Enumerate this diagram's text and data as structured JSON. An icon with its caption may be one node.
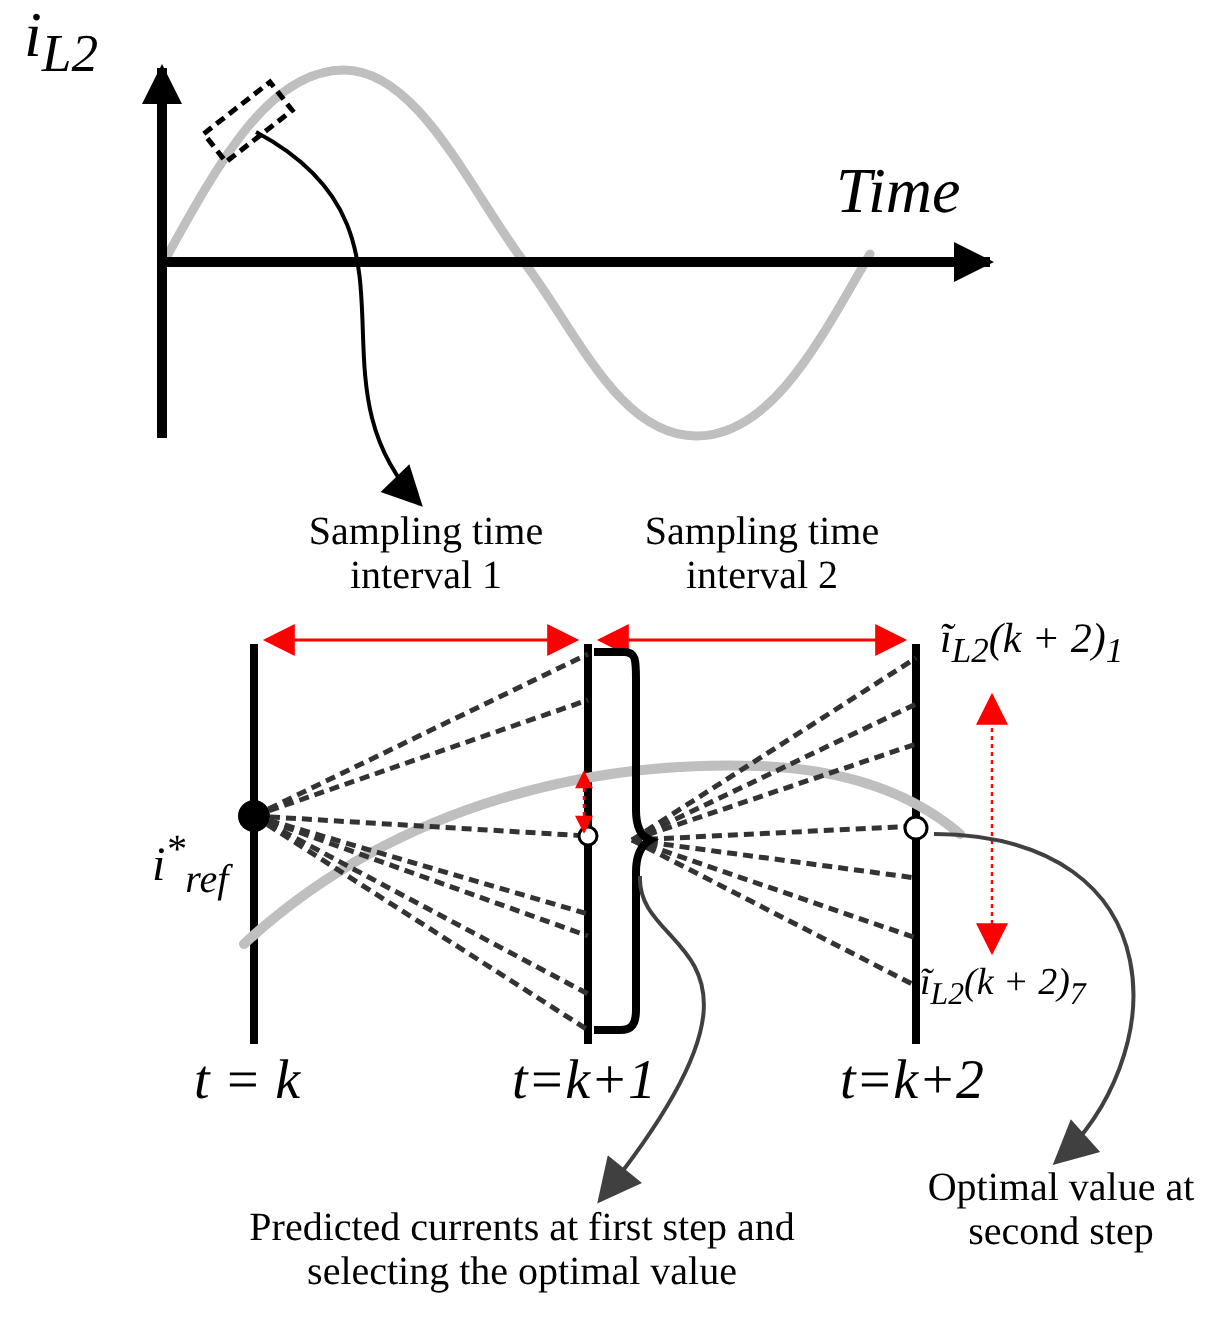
{
  "diagram": {
    "nodes": [
      {
        "text": [],
        "shape": "box"
      },
      {
        "text": [
          "Sampling time interval 1"
        ]
      },
      {
        "text": [],
        "shape": "bracket"
      },
      {
        "text": [
          "Predicted currents at first step and selecting the optimal value"
        ]
      },
      {
        "text": [],
        "shape": "circle"
      },
      {
        "text": [
          "Optimal value at second step"
        ]
      }
    ],
    "edges": [
      {
        "from": 0,
        "to": 1,
        "arrow": "to"
      },
      {
        "from": 2,
        "to": 3,
        "arrow": "to",
        "color": "#404040"
      },
      {
        "from": 4,
        "to": 5,
        "arrow": "to",
        "color": "#404040"
      }
    ],
    "labels": [
      "i$_{L2}$",
      "Time",
      "Sampling time interval 2",
      "ĩ$_{L2}$(k + 2)$_{1}$",
      "i$^{*}$$_{ref}$",
      "ĩ$_{L2}$(k + 2)$_{7}$",
      "t = k",
      "t=k+1",
      "t=k+2"
    ]
  }
}
